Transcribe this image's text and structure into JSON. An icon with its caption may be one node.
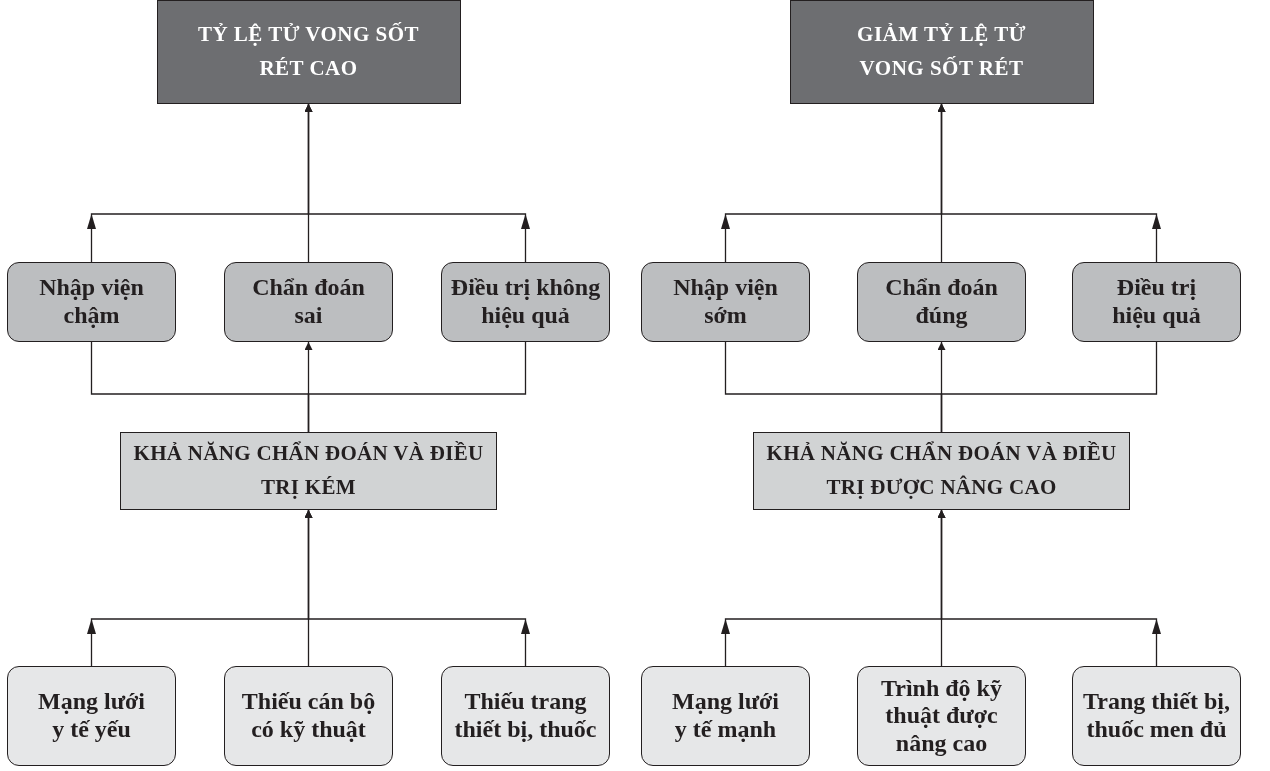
{
  "diagram": {
    "nodes": [
      {
        "text": [
          "TỶ LỆ TỬ VONG SỐT RÉT CAO"
        ]
      },
      {
        "text": [
          "GIẢM TỶ LỆ TỬ VONG SỐT RÉT"
        ]
      },
      {
        "text": [
          "Nhập viện chậm"
        ]
      },
      {
        "text": [
          "Chẩn đoán sai"
        ]
      },
      {
        "text": [
          "Điều trị không hiệu quả"
        ]
      },
      {
        "text": [
          "Nhập viện sớm"
        ]
      },
      {
        "text": [
          "Chẩn đoán đúng"
        ]
      },
      {
        "text": [
          "Điều trị hiệu quả"
        ]
      },
      {
        "text": [
          "KHẢ NĂNG CHẨN ĐOÁN VÀ ĐIỀU TRỊ KÉM"
        ]
      },
      {
        "text": [
          "KHẢ NĂNG CHẨN ĐOÁN VÀ ĐIỀU TRỊ ĐƯỢC NÂNG CAO"
        ]
      },
      {
        "text": [
          "Mạng lưới y tế yếu"
        ]
      },
      {
        "text": [
          "Thiếu cán bộ có kỹ thuật"
        ]
      },
      {
        "text": [
          "Thiếu trang thiết bị, thuốc"
        ]
      },
      {
        "text": [
          "Mạng lưới y tế mạnh"
        ]
      },
      {
        "text": [
          "Trình độ kỹ thuật được nâng cao"
        ]
      },
      {
        "text": [
          "Trang thiết bị, thuốc men đủ"
        ]
      }
    ],
    "edges": [
      {
        "from": 10,
        "to": 8,
        "arrow": "to"
      },
      {
        "from": 11,
        "to": 8,
        "arrow": "to"
      },
      {
        "from": 12,
        "to": 8,
        "arrow": "to"
      },
      {
        "from": 13,
        "to": 9,
        "arrow": "to"
      },
      {
        "from": 14,
        "to": 9,
        "arrow": "to"
      },
      {
        "from": 15,
        "to": 9,
        "arrow": "to"
      },
      {
        "from": 8,
        "to": 2,
        "arrow": "none"
      },
      {
        "from": 8,
        "to": 3,
        "arrow": "to"
      },
      {
        "from": 8,
        "to": 4,
        "arrow": "none"
      },
      {
        "from": 9,
        "to": 5,
        "arrow": "none"
      },
      {
        "from": 9,
        "to": 6,
        "arrow": "to"
      },
      {
        "from": 9,
        "to": 7,
        "arrow": "none"
      },
      {
        "from": 2,
        "to": 0,
        "arrow": "to"
      },
      {
        "from": 3,
        "to": 0,
        "arrow": "to"
      },
      {
        "from": 4,
        "to": 0,
        "arrow": "to"
      },
      {
        "from": 5,
        "to": 1,
        "arrow": "to"
      },
      {
        "from": 6,
        "to": 1,
        "arrow": "to"
      },
      {
        "from": 7,
        "to": 1,
        "arrow": "to"
      }
    ]
  }
}
